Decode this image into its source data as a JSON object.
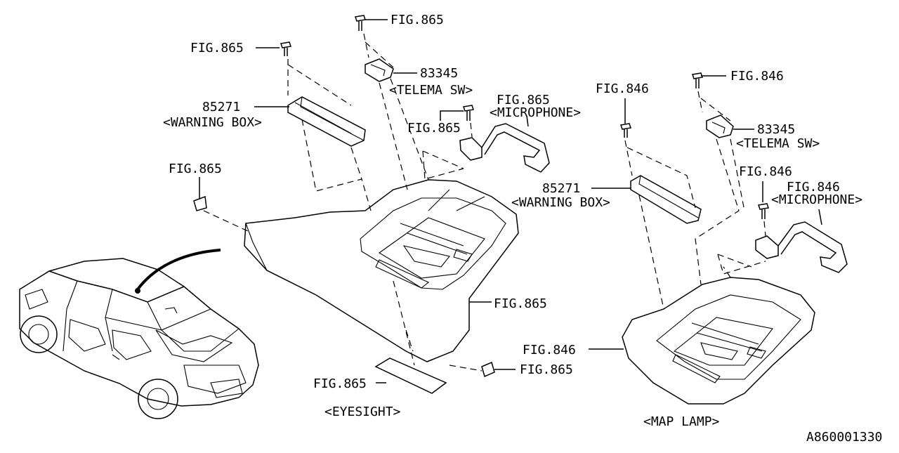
{
  "labels": {
    "fig865_screw_top": "FIG.865",
    "fig865_screw_left": "FIG.865",
    "part_83345_left": "83345",
    "telema_sw_left": "<TELEMA SW>",
    "part_85271_left": "85271",
    "warning_box_left": "<WARNING BOX>",
    "fig865_microphone_left": "FIG.865",
    "microphone_left": "<MICROPHONE>",
    "fig865_mic_screw": "FIG.865",
    "fig865_clip_left": "FIG.865",
    "fig865_console_right": "FIG.865",
    "fig865_clip_bottom": "FIG.865",
    "fig865_eyesight_pad": "FIG.865",
    "eyesight": "<EYESIGHT>",
    "fig846_screw_mid": "FIG.846",
    "fig846_screw_right": "FIG.846",
    "part_83345_right": "83345",
    "telema_sw_right": "<TELEMA SW>",
    "part_85271_right": "85271",
    "warning_box_right": "<WARNING BOX>",
    "fig846_mic_screw": "FIG.846",
    "fig846_microphone": "FIG.846",
    "microphone_right": "<MICROPHONE>",
    "fig846_map_lamp": "FIG.846",
    "map_lamp": "<MAP LAMP>",
    "diagram_code": "A860001330"
  }
}
